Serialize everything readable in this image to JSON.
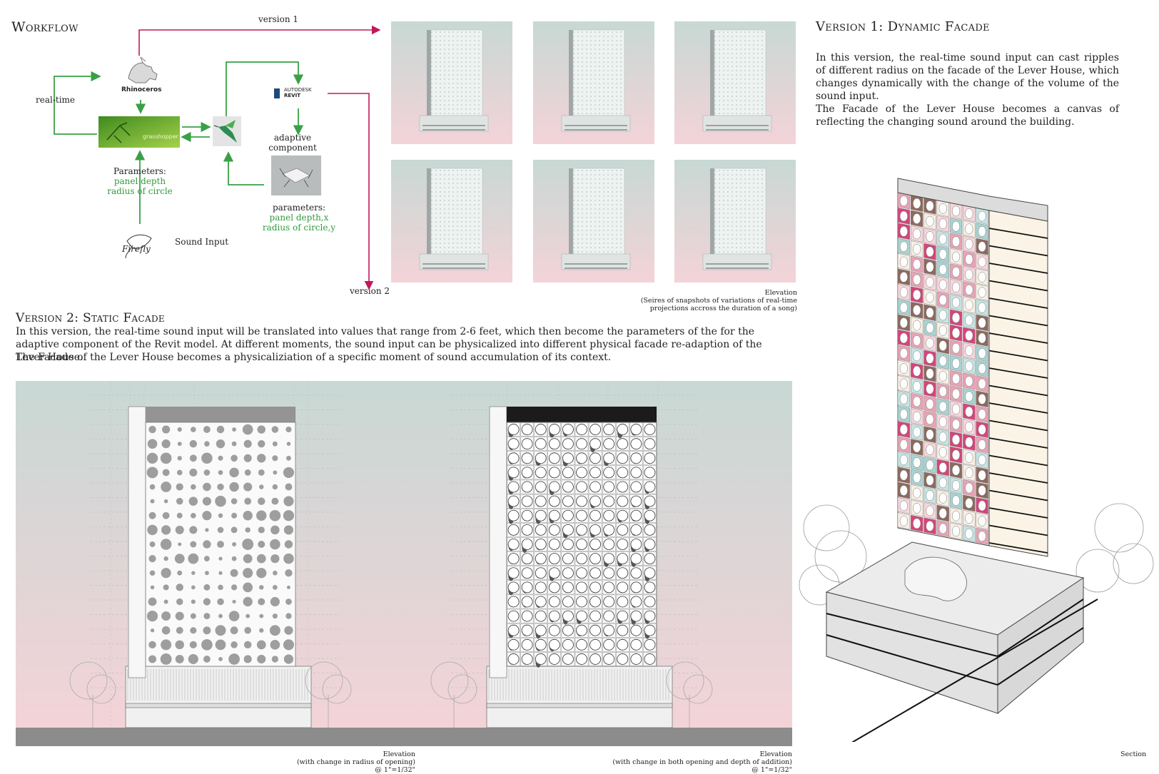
{
  "workflow": {
    "title": "Workflow",
    "version1_label": "version 1",
    "version2_label": "version 2",
    "realtime_label": "real-time",
    "rhino_label": "Rhinoceros",
    "revit_label_1": "AUTODESK",
    "revit_label_2": "REVIT",
    "grasshopper_label": "grasshopper",
    "adaptive_label": "adaptive component",
    "params_left_title": "Parameters:",
    "params_left_1": "panel depth",
    "params_left_2": "radius of circle",
    "params_right_title": "parameters:",
    "params_right_1": "panel depth,x",
    "params_right_2": "radius of circle,y",
    "sound_input_label": "Sound Input",
    "firefly_label": "Firefly"
  },
  "version1": {
    "title": "Version 1: Dynamic Facade",
    "para1": "In this version, the real-time sound input can cast ripples of different radius on the facade of the Lever House, which changes dynamically with the change of the volume of the sound input.",
    "para2": "The Facade of the Lever House becomes a canvas of reflecting the changing sound around the building.",
    "snapshot_caption_1": "Elevation",
    "snapshot_caption_2": "(Seires of snapshots of variations of real-time",
    "snapshot_caption_3": "projections accross the duration of a song)"
  },
  "version2": {
    "title": "Version 2: Static Facade",
    "para": "In this version, the real-time sound input will be translated into values that range from 2-6 feet, which then become the parameters of the for the adaptive component of the Revit model. At different moments, the sound input can be physicalized into different physical facade re-adaption of  the Lever House.",
    "para2": "The Facade of the Lever House becomes a physicaliziation of a specific moment of sound accumulation of its context.",
    "elev1_caption_1": "Elevation",
    "elev1_caption_2": "(with change in radius of opening)",
    "elev1_caption_3": "@ 1\"=1/32\"",
    "elev2_caption_1": "Elevation",
    "elev2_caption_2": "(with change in both opening and depth of addition)",
    "elev2_caption_3": "@ 1\"=1/32\""
  },
  "section_caption": "Section",
  "colors": {
    "magenta_arrow": "#c2185b",
    "green_arrow": "#3aa046",
    "sky_top": "#c8d8d4",
    "sky_bottom": "#f3d3d8"
  }
}
